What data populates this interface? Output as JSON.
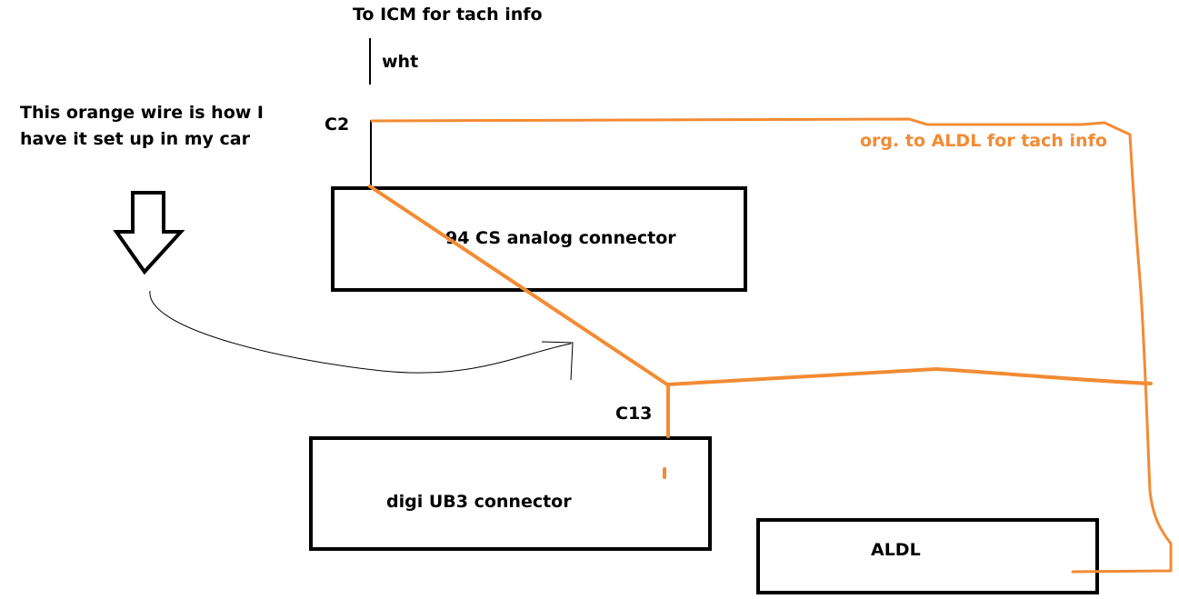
{
  "labels": {
    "icm_note": "To ICM for tach info",
    "wire_color": "wht",
    "side_note_line1": "This orange wire is how I",
    "side_note_line2": "have it set up in my car",
    "c2": "C2",
    "c13": "C13",
    "aldl_wire_note": "org. to ALDL for tach info"
  },
  "connectors": {
    "analog": "94 CS analog connector",
    "digital": "digi UB3 connector",
    "aldl": "ALDL"
  },
  "colors": {
    "orange_wire": "#f28b34",
    "black": "#000000"
  }
}
